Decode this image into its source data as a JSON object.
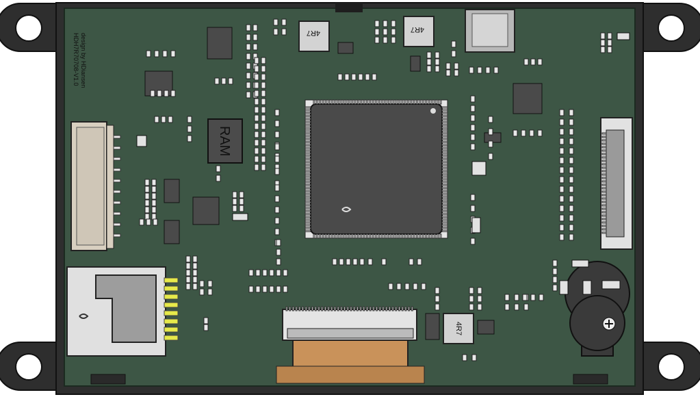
{
  "board": {
    "silk_design": "design by HDiansen",
    "silk_model": "HDH7R70708-V1.0",
    "ram_label": "RAM",
    "inductor_label": "4R7",
    "colors": {
      "pcb": "#3d5645",
      "pcb_edge": "#2f4336",
      "bezel": "#2e2e2e",
      "chip": "#4a4a4a",
      "pad": "#e9e9e9",
      "connector": "#d8cfc0",
      "flex": "#c9925a",
      "gold": "#e6e94a"
    }
  }
}
